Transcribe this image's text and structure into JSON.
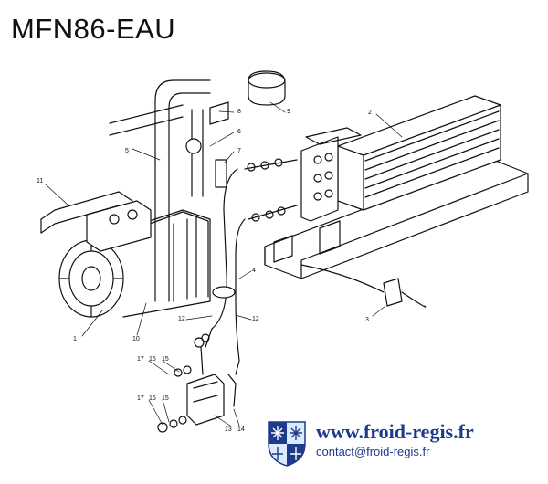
{
  "title": "MFN86-EAU",
  "callouts": {
    "c1": "1",
    "c2": "2",
    "c3": "3",
    "c4": "4",
    "c5": "5",
    "c6": "6",
    "c7": "7",
    "c8": "8",
    "c9": "9",
    "c10": "10",
    "c11": "11",
    "c12a": "12",
    "c12b": "12",
    "c13": "13",
    "c14": "14",
    "c15a": "15",
    "c15b": "15",
    "c16a": "16",
    "c16b": "16",
    "c17a": "17",
    "c17b": "17"
  },
  "brand": {
    "url": "www.froid-regis.fr",
    "email": "contact@froid-regis.fr"
  },
  "colors": {
    "ink": "#111111",
    "brand_blue": "#1e3a8a"
  },
  "icons": [
    "snowflake-logo-icon"
  ]
}
